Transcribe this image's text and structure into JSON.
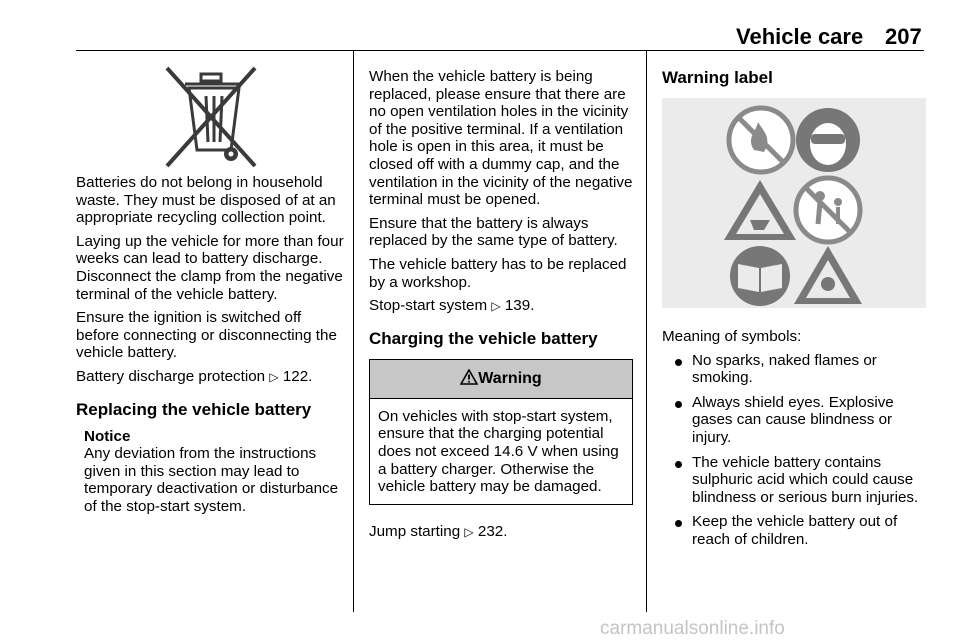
{
  "header": {
    "title": "Vehicle care",
    "page_number": "207"
  },
  "left_column": {
    "para1": "Batteries do not belong in household waste. They must be disposed of at an appropriate recycling collection point.",
    "para2": "Laying up the vehicle for more than four weeks can lead to battery discharge. Disconnect the clamp from the negative terminal of the vehicle battery.",
    "para3": "Ensure the ignition is switched off before connecting or disconnecting the vehicle battery.",
    "ref1_text": "Battery discharge protection",
    "ref1_page": "122.",
    "heading": "Replacing the vehicle battery",
    "notice_label": "Notice",
    "notice_text": "Any deviation from the instructions given in this section may lead to temporary deactivation or disturbance of the stop-start system."
  },
  "middle_column": {
    "para1": "When the vehicle battery is being replaced, please ensure that there are no open ventilation holes in the vicinity of the positive terminal. If a ventilation hole is open in this area, it must be closed off with a dummy cap, and the ventilation in the vicinity of the negative terminal must be opened.",
    "para2": "Ensure that the battery is always replaced by the same type of battery.",
    "para3": "The vehicle battery has to be replaced by a workshop.",
    "ref_text": "Stop-start system",
    "ref_page": "139.",
    "heading": "Charging the vehicle battery",
    "warning_title": "Warning",
    "warning_text": "On vehicles with stop-start system, ensure that the charging potential does not exceed 14.6 V when using a battery charger. Otherwise the vehicle battery may be damaged.",
    "jump_text": "Jump starting",
    "jump_page": "232."
  },
  "right_column": {
    "heading": "Warning label",
    "meaning_label": "Meaning of symbols:",
    "bullets": [
      "No sparks, naked flames or smoking.",
      "Always shield eyes. Explosive gases can cause blindness or injury.",
      "The vehicle battery contains sulphuric acid which could cause blindness or serious burn injuries.",
      "Keep the vehicle battery out of reach of children."
    ]
  },
  "icons": {
    "ref_arrow": "3",
    "warning_symbol": "9",
    "recycling": "crossed-out-wheelie-bin-icon",
    "warning_label": "battery-warning-symbols-icon"
  },
  "watermark": "carmanualsonline.info"
}
